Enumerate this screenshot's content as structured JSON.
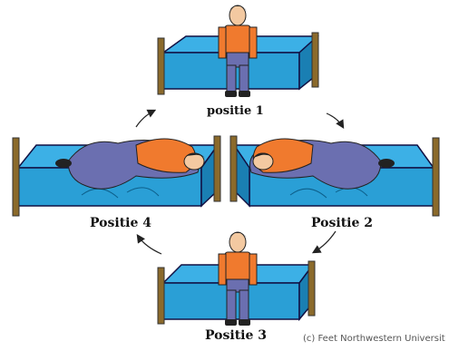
{
  "labels": {
    "position_1": "positie 1",
    "position_2": "Positie 2",
    "position_3": "Positie 3",
    "position_4": "Positie 4"
  },
  "credit": "(c) Feet Northwestern Universit",
  "colors": {
    "mattress": "#2a9fd6",
    "mattress_dark": "#1a7fb3",
    "shirt": "#f07a2e",
    "pants": "#6b6fb0",
    "bed_frame": "#8b6a2b"
  }
}
